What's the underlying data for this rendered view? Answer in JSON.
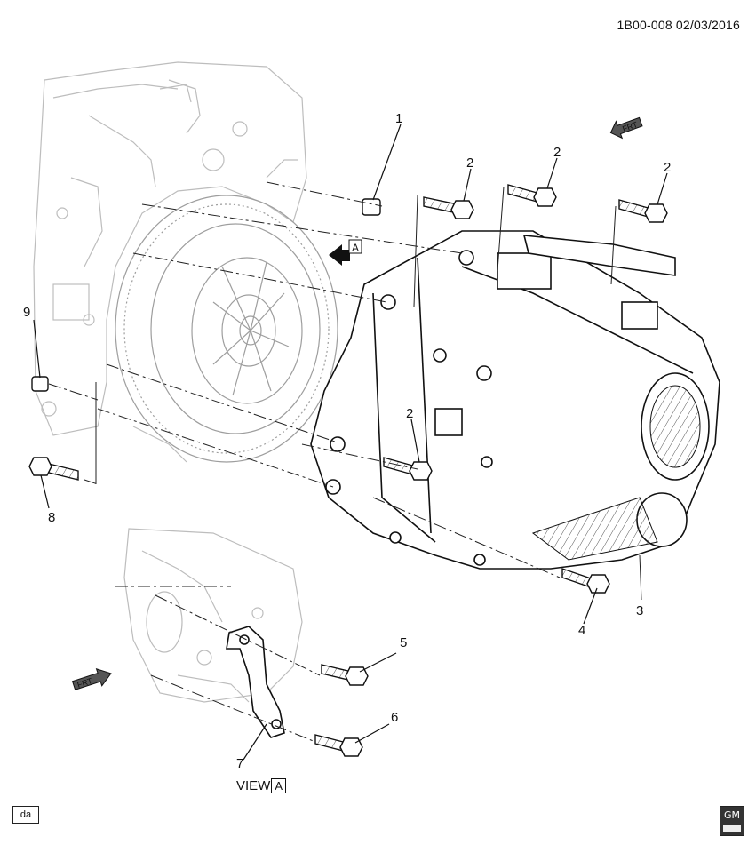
{
  "title": "1B00-008  02/03/2016",
  "callouts": [
    "1",
    "2",
    "2",
    "2",
    "2",
    "3",
    "4",
    "5",
    "6",
    "7",
    "8",
    "9"
  ],
  "view_label": "VIEW",
  "view_letter": "A",
  "view_arrow_letter": "A",
  "frt_label": "FRT",
  "da_label": "da",
  "logo_text": "GM"
}
